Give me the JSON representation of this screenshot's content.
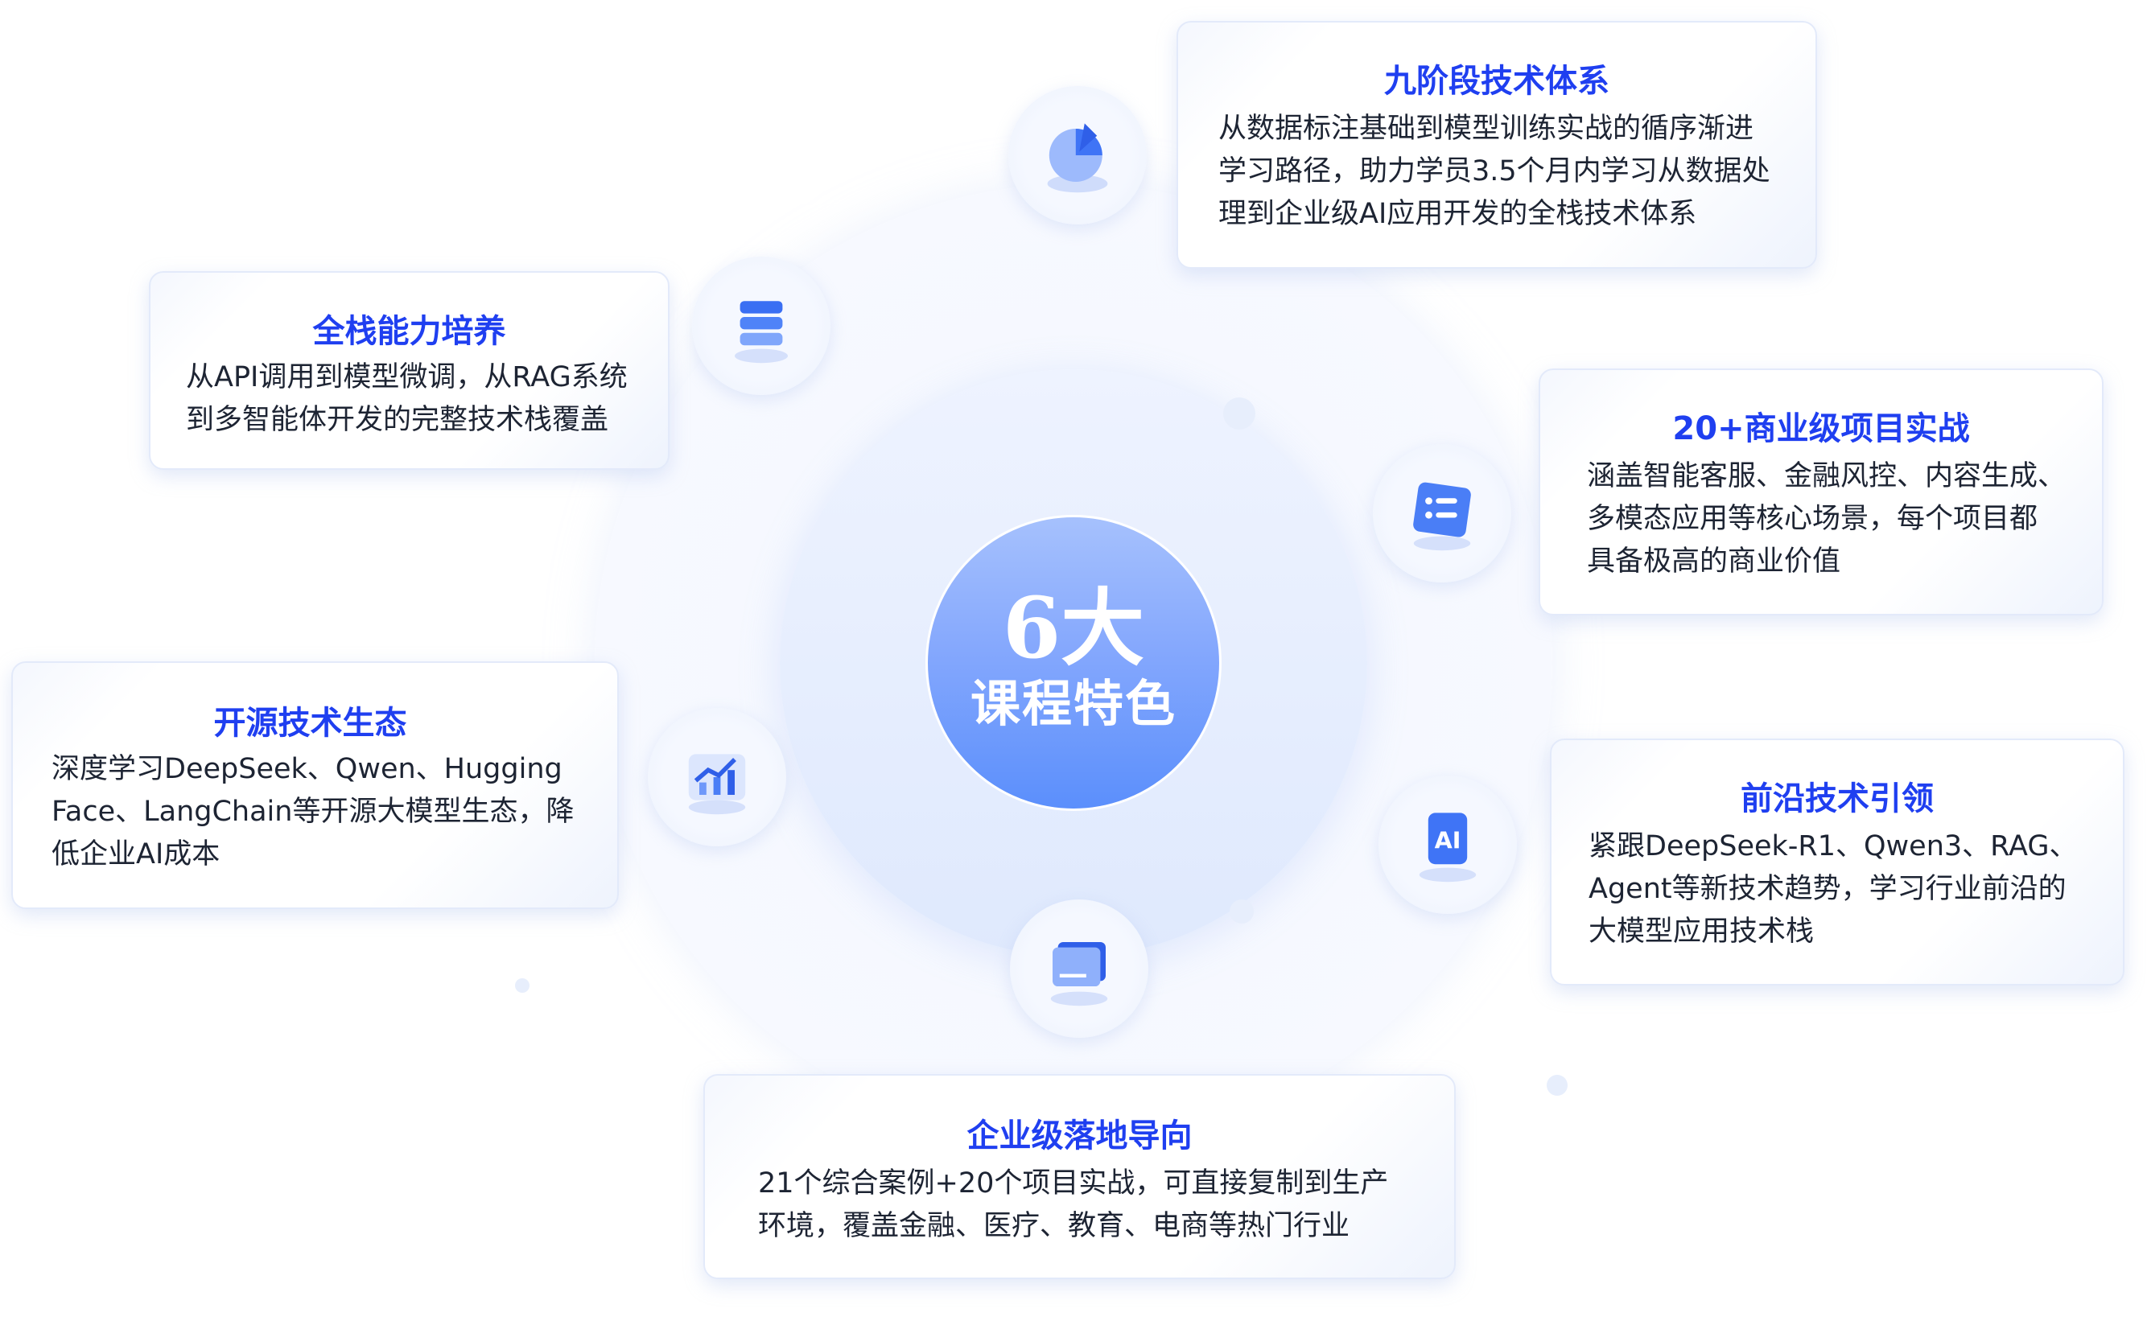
{
  "center": {
    "big": "6大",
    "sub": "课程特色"
  },
  "colors": {
    "title": "#1f3ff0",
    "body": "#1d2433",
    "accent": "#5b8ffc"
  },
  "cards": [
    {
      "title": "九阶段技术体系",
      "lines": [
        "从数据标注基础到模型训练实战的循序渐进",
        "学习路径，助力学员3.5个月内学习从数据处",
        "理到企业级AI应用开发的全栈技术体系"
      ],
      "icon": "pie-chart-icon"
    },
    {
      "title": "全栈能力培养",
      "lines": [
        "从API调用到模型微调，从RAG系统",
        "到多智能体开发的完整技术栈覆盖"
      ],
      "icon": "layers-icon"
    },
    {
      "title": "20+商业级项目实战",
      "lines": [
        "涵盖智能客服、金融风控、内容生成、",
        "多模态应用等核心场景，每个项目都",
        "具备极高的商业价值"
      ],
      "icon": "list-icon"
    },
    {
      "title": "开源技术生态",
      "lines": [
        "深度学习DeepSeek、Qwen、Hugging",
        "Face、LangChain等开源大模型生态，降",
        "低企业AI成本"
      ],
      "icon": "trend-chart-icon"
    },
    {
      "title": "前沿技术引领",
      "lines": [
        "紧跟DeepSeek-R1、Qwen3、RAG、",
        "Agent等新技术趋势，学习行业前沿的",
        "大模型应用技术栈"
      ],
      "icon": "ai-icon"
    },
    {
      "title": "企业级落地导向",
      "lines": [
        "21个综合案例+20个项目实战，可直接复制到生产",
        "环境，覆盖金融、医疗、教育、电商等热门行业"
      ],
      "icon": "monitor-icon"
    }
  ],
  "ai_icon_text": "AI"
}
